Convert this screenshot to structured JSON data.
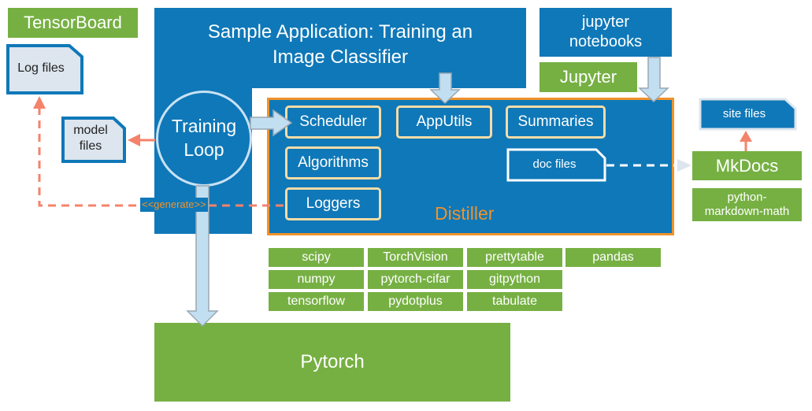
{
  "tensorboard": {
    "label": "TensorBoard"
  },
  "log_files": {
    "label": "Log files"
  },
  "model_files": {
    "label": "model\nfiles"
  },
  "sample_app": {
    "title": "Sample Application: Training an\nImage Classifier"
  },
  "training_loop": {
    "label": "Training\nLoop"
  },
  "generate": {
    "label": "<<generate>>"
  },
  "jupyter_notebooks": {
    "label": "jupyter\nnotebooks"
  },
  "jupyter": {
    "label": "Jupyter"
  },
  "distiller": {
    "label": "Distiller",
    "components": {
      "scheduler": "Scheduler",
      "apputils": "AppUtils",
      "summaries": "Summaries",
      "algorithms": "Algorithms",
      "loggers": "Loggers"
    },
    "doc_files": "doc files"
  },
  "site_files": {
    "label": "site files"
  },
  "mkdocs": {
    "label": "MkDocs"
  },
  "python_markdown_math": {
    "label": "python-\nmarkdown-math"
  },
  "libraries": {
    "scipy": "scipy",
    "numpy": "numpy",
    "tensorflow": "tensorflow",
    "torchvision": "TorchVision",
    "pytorch_cifar": "pytorch-cifar",
    "pydotplus": "pydotplus",
    "prettytable": "prettytable",
    "gitpython": "gitpython",
    "tabulate": "tabulate",
    "pandas": "pandas"
  },
  "pytorch": {
    "label": "Pytorch"
  },
  "colors": {
    "blue": "#0f78b8",
    "green": "#76b043",
    "orange": "#f0922b",
    "salmon": "#f4836b",
    "arrow": "#c2dff1"
  }
}
